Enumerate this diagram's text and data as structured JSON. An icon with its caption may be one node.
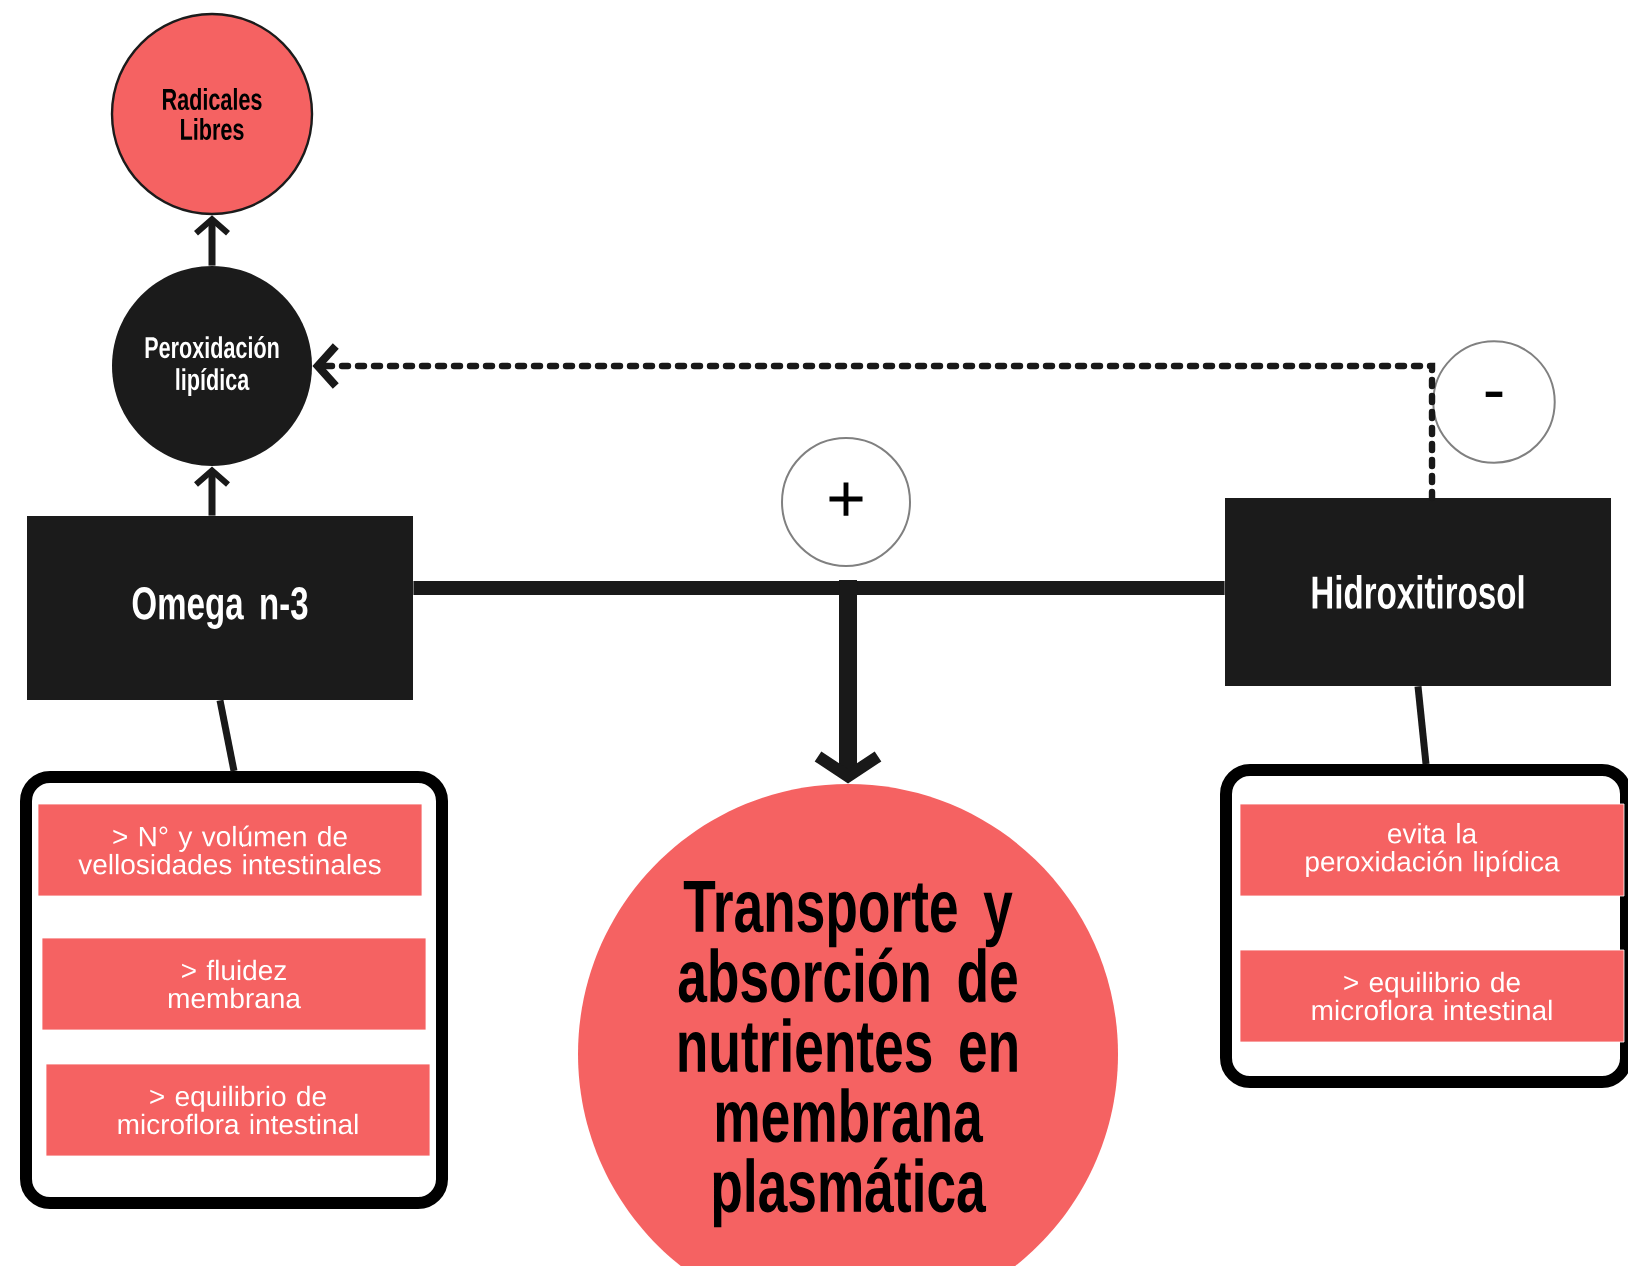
{
  "diagram": {
    "nodes": [
      {
        "text": [
          "Radicales Libres"
        ]
      },
      {
        "text": [
          "Peroxidación lipídica"
        ]
      },
      {
        "text": [
          "Omega n-3"
        ]
      },
      {
        "text": [
          "+"
        ]
      },
      {
        "text": [
          "Hidroxitirosol"
        ]
      },
      {
        "text": [
          "-"
        ]
      },
      {
        "text": [
          "Transporte y absorción de nutrientes en membrana plasmática"
        ]
      },
      {
        "text": [],
        "shape": "box"
      },
      {
        "text": [
          "> N° y volúmen de vellosidades intestinales"
        ],
        "in": 7
      },
      {
        "text": [
          ">  fluidez membrana"
        ],
        "in": 7
      },
      {
        "text": [
          "> equilibrio de microflora intestinal"
        ],
        "in": 7
      },
      {
        "text": [],
        "shape": "box"
      },
      {
        "text": [
          "evita la peroxidación lipídica"
        ],
        "in": 11
      },
      {
        "text": [
          "> equilibrio de microflora intestinal"
        ],
        "in": 11
      }
    ],
    "edges": [
      {
        "from": 2,
        "to": 1,
        "arrow": "to"
      },
      {
        "from": 1,
        "to": 0,
        "arrow": "to"
      },
      {
        "from": 2,
        "to": 6,
        "arrow": "to",
        "style": "thick"
      },
      {
        "from": 4,
        "to": 6,
        "arrow": "to",
        "style": "thick"
      },
      {
        "from": 4,
        "to": 1,
        "arrow": "to",
        "style": "dashed"
      },
      {
        "from": 2,
        "to": 7,
        "arrow": "none"
      },
      {
        "from": 4,
        "to": 11,
        "arrow": "none"
      }
    ]
  }
}
